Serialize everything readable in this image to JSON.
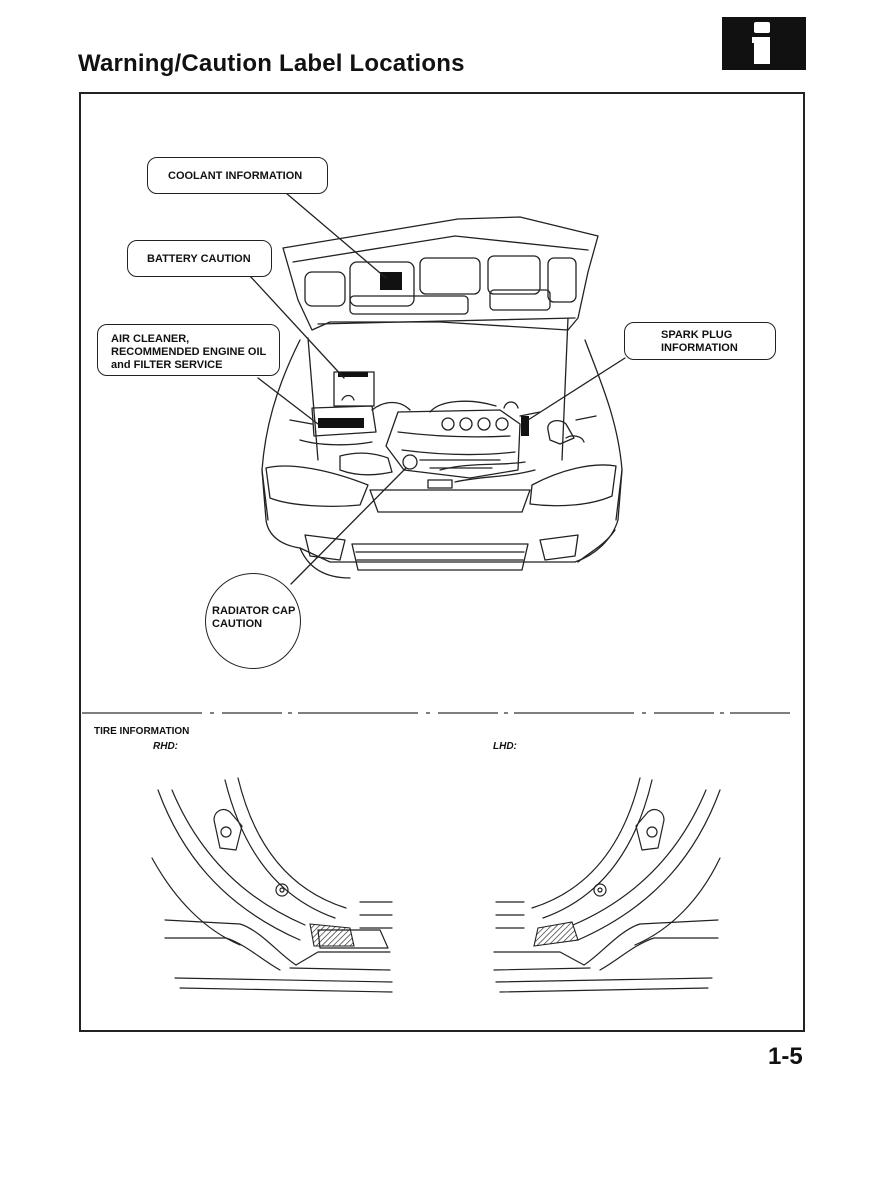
{
  "header": {
    "title": "Warning/Caution Label Locations",
    "section_icon": "info-icon"
  },
  "callouts": {
    "coolant": "COOLANT INFORMATION",
    "battery": "BATTERY CAUTION",
    "air_cleaner": "AIR CLEANER,\nRECOMMENDED ENGINE OIL\nand FILTER SERVICE",
    "spark_plug": "SPARK PLUG\nINFORMATION",
    "radiator": "RADIATOR CAP\nCAUTION"
  },
  "tire_section": {
    "title": "TIRE INFORMATION",
    "rhd_label": "RHD:",
    "lhd_label": "LHD:"
  },
  "footer": {
    "page_number": "1-5"
  }
}
